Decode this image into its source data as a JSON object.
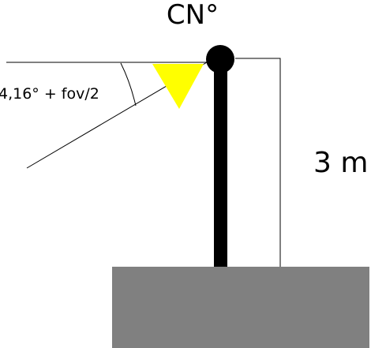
{
  "diagram": {
    "title": "CN°",
    "height_label": "3 m",
    "angle_label": "4,16° + fov/2"
  },
  "colors": {
    "ground": "#808080",
    "pole": "#000000",
    "camera": "#ffff00",
    "lines": "#000000"
  }
}
